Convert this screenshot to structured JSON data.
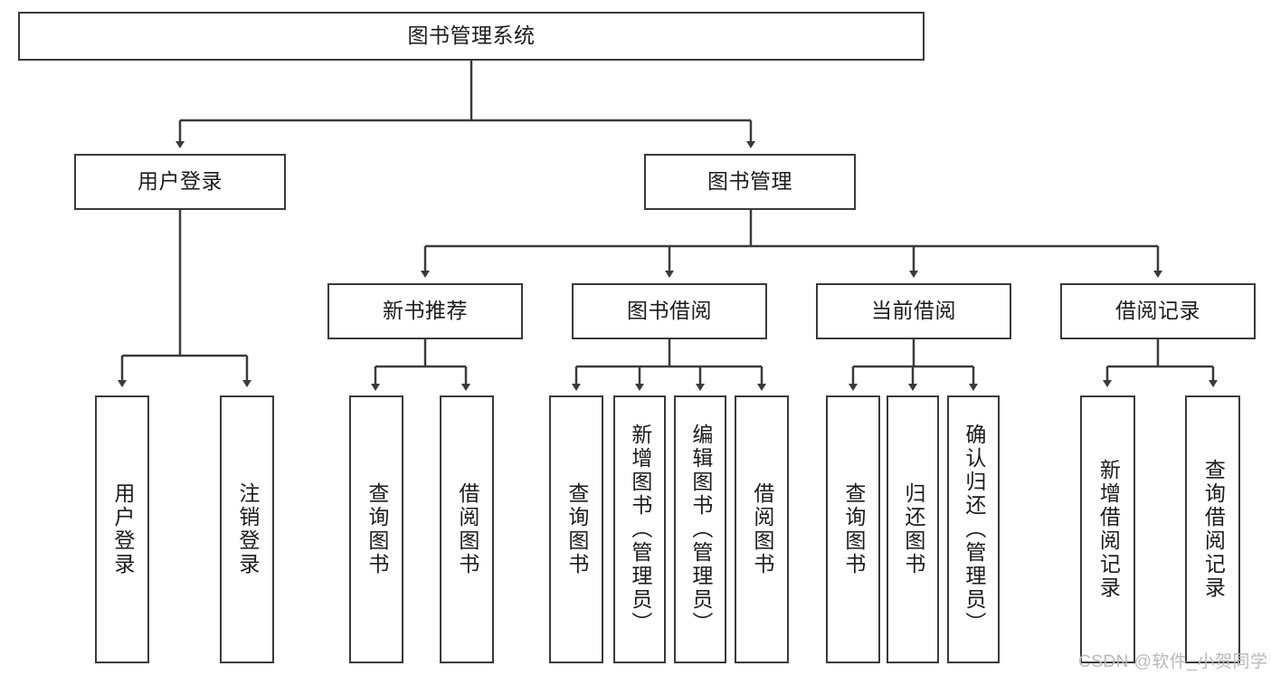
{
  "diagram": {
    "type": "hierarchy-tree",
    "title": "图书管理系统",
    "watermark": "CSDN @软件_小贺同学",
    "colors": {
      "box_border": "#3a3a3a",
      "box_fill": "#ffffff",
      "edge": "#3a3a3a",
      "text": "#1b1b1b",
      "watermark": "#b9b9b9"
    },
    "levels": {
      "root": {
        "label": "图书管理系统"
      },
      "level2": [
        {
          "label": "用户登录"
        },
        {
          "label": "图书管理"
        }
      ],
      "level3": [
        {
          "label": "新书推荐"
        },
        {
          "label": "图书借阅"
        },
        {
          "label": "当前借阅"
        },
        {
          "label": "借阅记录"
        }
      ],
      "leaves": {
        "user_login": [
          {
            "label": "用户登录"
          },
          {
            "label": "注销登录"
          }
        ],
        "new_book_recommend": [
          {
            "label": "查询图书"
          },
          {
            "label": "借阅图书"
          }
        ],
        "book_borrow": [
          {
            "label": "查询图书"
          },
          {
            "label": "新增图书（管理员）"
          },
          {
            "label": "编辑图书（管理员）"
          },
          {
            "label": "借阅图书"
          }
        ],
        "current_borrow": [
          {
            "label": "查询图书"
          },
          {
            "label": "归还图书"
          },
          {
            "label": "确认归还（管理员）"
          }
        ],
        "borrow_record": [
          {
            "label": "新增借阅记录"
          },
          {
            "label": "查询借阅记录"
          }
        ]
      }
    }
  }
}
